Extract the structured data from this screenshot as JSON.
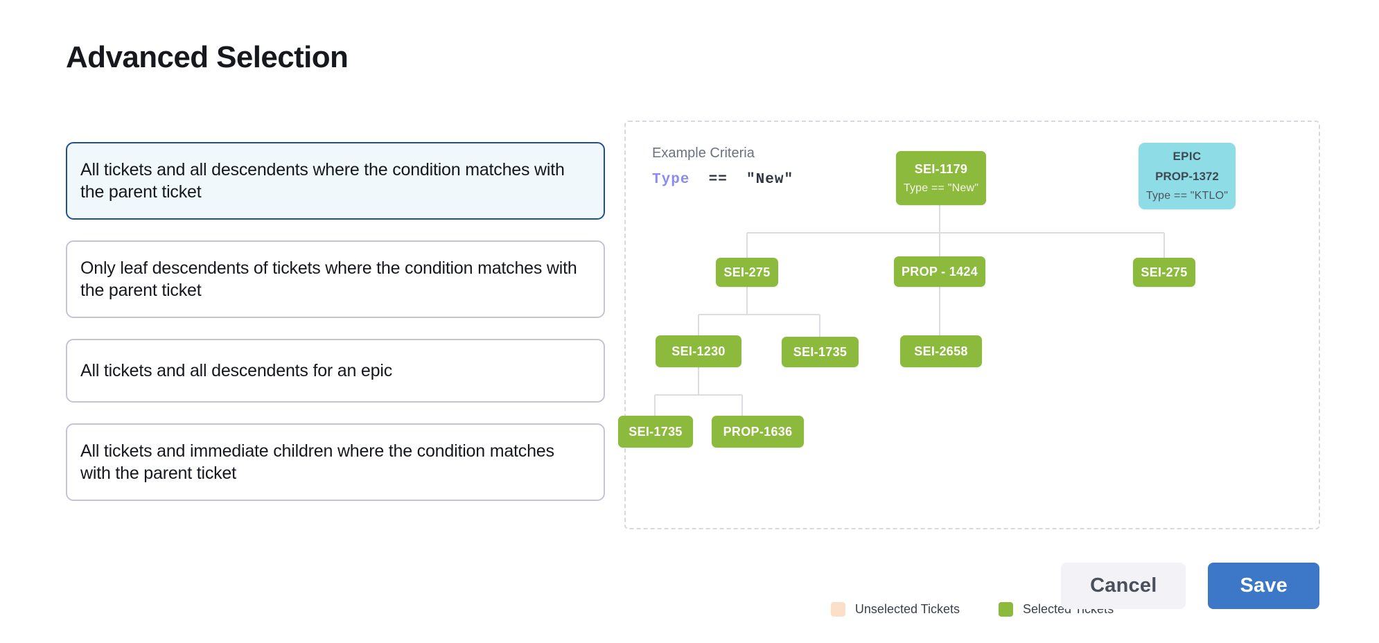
{
  "page": {
    "title": "Advanced Selection"
  },
  "options": [
    {
      "label": "All tickets and all descendents where the condition matches with the parent ticket",
      "selected": true
    },
    {
      "label": "Only leaf descendents of tickets where the condition matches with the parent ticket",
      "selected": false
    },
    {
      "label": "All tickets and all descendents for an epic",
      "selected": false
    },
    {
      "label": "All tickets and immediate children where the condition matches with the parent ticket",
      "selected": false
    }
  ],
  "diagram": {
    "criteria_title": "Example Criteria",
    "criteria_field": "Type",
    "criteria_rest": "  ==  \"New\"",
    "nodes": {
      "root": {
        "id": "SEI-1179",
        "condition": "Type == \"New\""
      },
      "epic": {
        "kind": "EPIC",
        "id": "PROP-1372",
        "condition": "Type == \"KTLO\""
      },
      "r2a": {
        "id": "SEI-275"
      },
      "r2b": {
        "id": "PROP - 1424"
      },
      "r2c": {
        "id": "SEI-275"
      },
      "r3a": {
        "id": "SEI-1230"
      },
      "r3b": {
        "id": "SEI-1735"
      },
      "r3c": {
        "id": "SEI-2658"
      },
      "r4a": {
        "id": "SEI-1735"
      },
      "r4b": {
        "id": "PROP-1636"
      }
    },
    "legend": [
      {
        "label": "Unselected Tickets",
        "color": "#fbdfc8"
      },
      {
        "label": "Selected Tickets",
        "color": "#8cba3c"
      }
    ]
  },
  "footer": {
    "cancel_label": "Cancel",
    "save_label": "Save"
  },
  "colors": {
    "selected_node": "#8cba3c",
    "unselected_node": "#fbdfc8",
    "epic_node": "#8edce5",
    "primary": "#3c77c8",
    "selected_card_border": "#1d4f99",
    "selected_card_bg": "#f0f8fc",
    "card_border": "#c4c4d6",
    "connector": "#dcdce4"
  }
}
